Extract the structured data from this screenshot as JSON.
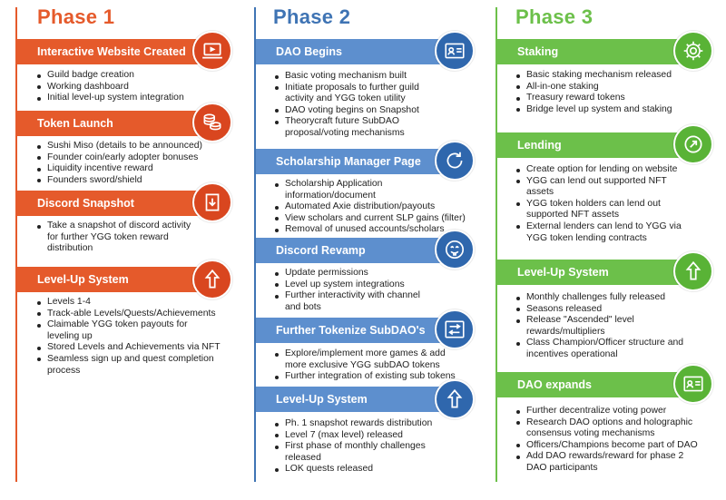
{
  "colors": {
    "phase1": "#e55a2b",
    "phase2": "#3f74b4",
    "phase3": "#6cc04a"
  },
  "phases": [
    {
      "title": "Phase 1",
      "sections": [
        {
          "title": "Interactive Website Created",
          "icon": "laptop-icon",
          "items": [
            "Guild badge creation",
            "Working dashboard",
            "Initial level-up system integration"
          ]
        },
        {
          "title": "Token Launch",
          "icon": "coins-icon",
          "items": [
            "Sushi Miso (details to be announced)",
            "Founder coin/early adopter bonuses",
            "Liquidity incentive reward",
            "Founders sword/shield"
          ]
        },
        {
          "title": "Discord Snapshot",
          "icon": "download-icon",
          "items": [
            "Take a snapshot of discord activity",
            "for further YGG token reward",
            "distribution"
          ]
        },
        {
          "title": "Level-Up System",
          "icon": "up-arrow-icon",
          "items": [
            "Levels 1-4",
            "Track-able Levels/Quests/Achievements",
            "Claimable YGG token payouts for",
            "leveling up",
            "Stored Levels and Achievements via NFT",
            "Seamless sign up and quest completion",
            "process"
          ]
        }
      ]
    },
    {
      "title": "Phase 2",
      "sections": [
        {
          "title": "DAO Begins",
          "icon": "id-card-icon",
          "items": [
            "Basic voting mechanism built",
            "Initiate proposals to further guild",
            "activity and YGG token utility",
            "DAO voting begins on Snapshot",
            "Theorycraft future SubDAO",
            "proposal/voting mechanisms"
          ]
        },
        {
          "title": "Scholarship Manager Page",
          "icon": "refresh-icon",
          "items": [
            "Scholarship Application",
            "information/document",
            "Automated Axie distribution/payouts",
            "View scholars and current SLP gains (filter)",
            "Removal of unused accounts/scholars"
          ]
        },
        {
          "title": "Discord Revamp",
          "icon": "emoji-icon",
          "items": [
            "Update permissions",
            "Level up system integrations",
            "Further interactivity with channel",
            "and bots"
          ]
        },
        {
          "title": "Further Tokenize SubDAO's",
          "icon": "transfer-arrows-icon",
          "items": [
            "Explore/implement more games & add",
            "more exclusive YGG subDAO tokens",
            "Further integration of existing sub tokens"
          ]
        },
        {
          "title": "Level-Up System",
          "icon": "up-arrow-icon",
          "items": [
            "Ph. 1 snapshot rewards distribution",
            "Level 7 (max level) released",
            "First phase of monthly challenges",
            "released",
            "LOK quests released"
          ]
        }
      ]
    },
    {
      "title": "Phase 3",
      "sections": [
        {
          "title": "Staking",
          "icon": "gear-icon",
          "items": [
            "Basic staking mechanism released",
            "All-in-one staking",
            "Treasury reward tokens",
            "Bridge level up system and staking"
          ]
        },
        {
          "title": "Lending",
          "icon": "lending-icon",
          "items": [
            "Create option for lending on website",
            "YGG can lend out supported NFT",
            "assets",
            "YGG token holders can lend out",
            "supported NFT assets",
            "External lenders can lend to YGG via",
            "YGG token lending contracts"
          ]
        },
        {
          "title": "Level-Up System",
          "icon": "up-arrow-icon",
          "items": [
            "Monthly challenges fully released",
            "Seasons released",
            "Release \"Ascended\" level",
            "rewards/multipliers",
            "Class Champion/Officer structure and",
            "incentives operational"
          ]
        },
        {
          "title": "DAO expands",
          "icon": "id-card-icon",
          "items": [
            "Further decentralize voting power",
            "Research DAO options and holographic",
            "consensus voting mechanisms",
            "Officers/Champions become part of DAO",
            "Add DAO rewards/reward for phase 2",
            "DAO participants"
          ]
        }
      ]
    }
  ]
}
